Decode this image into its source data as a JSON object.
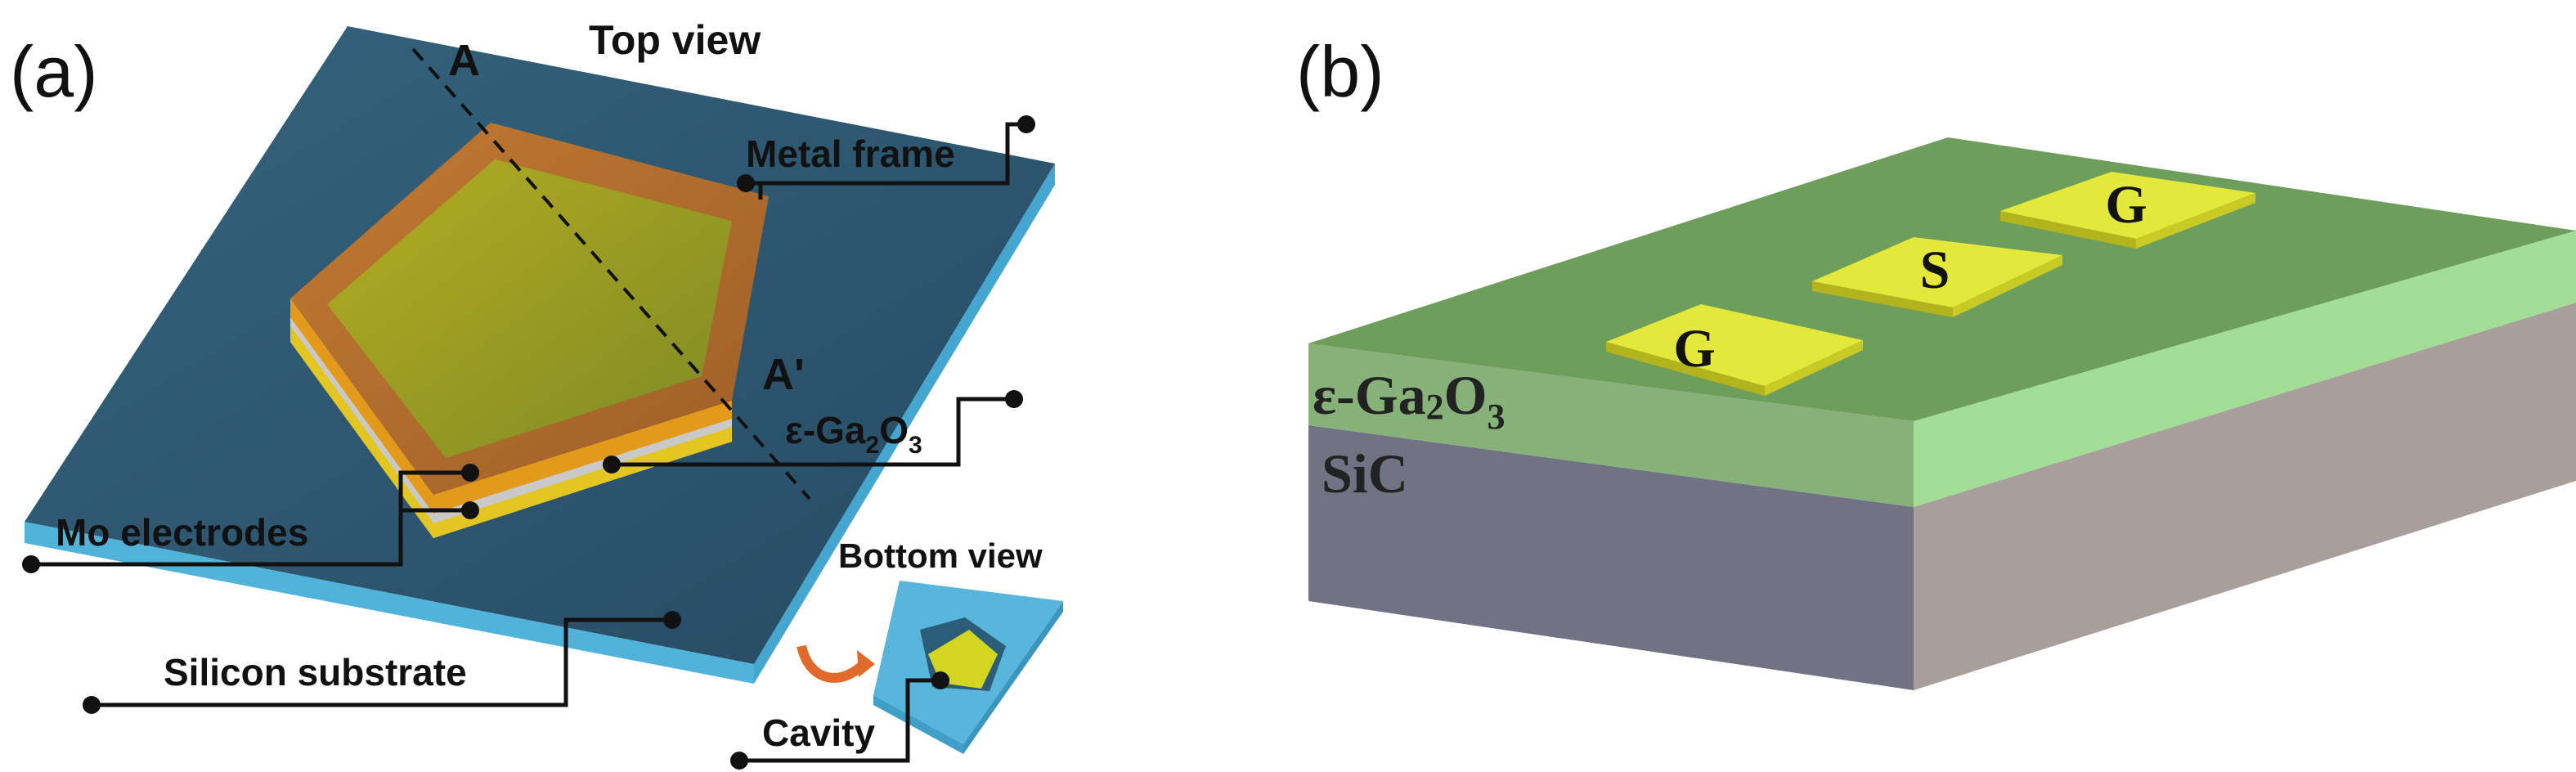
{
  "panel_a": {
    "label": "(a)",
    "top_view": "Top view",
    "bottom_view": "Bottom view",
    "marker_a": "A",
    "marker_a_prime": "A'",
    "metal_frame": "Metal frame",
    "ga2o3_prefix": "ε-Ga",
    "ga2o3_sub1": "2",
    "ga2o3_mid": "O",
    "ga2o3_sub2": "3",
    "mo_electrodes": "Mo electrodes",
    "silicon_substrate": "Silicon substrate",
    "cavity": "Cavity"
  },
  "panel_b": {
    "label": "(b)",
    "ga2o3_prefix": "ε-Ga",
    "ga2o3_sub1": "2",
    "ga2o3_mid": "O",
    "ga2o3_sub2": "3",
    "sic": "SiC",
    "pad_left": "G",
    "pad_middle": "S",
    "pad_right": "G"
  },
  "colors": {
    "substrate_top": "#2d566f",
    "substrate_side": "#4fb3da",
    "frame": "#b06a2a",
    "membrane": "#a2a21e",
    "ga2o3_top": "#6e9e5c",
    "ga2o3_front": "#86b27a",
    "ga2o3_side": "#a3de96",
    "sic_front": "#727285",
    "sic_side": "#a89e9b",
    "pad_top": "#e4e83a",
    "pad_edge": "#b3b31e",
    "arrow": "#e06a2a"
  }
}
